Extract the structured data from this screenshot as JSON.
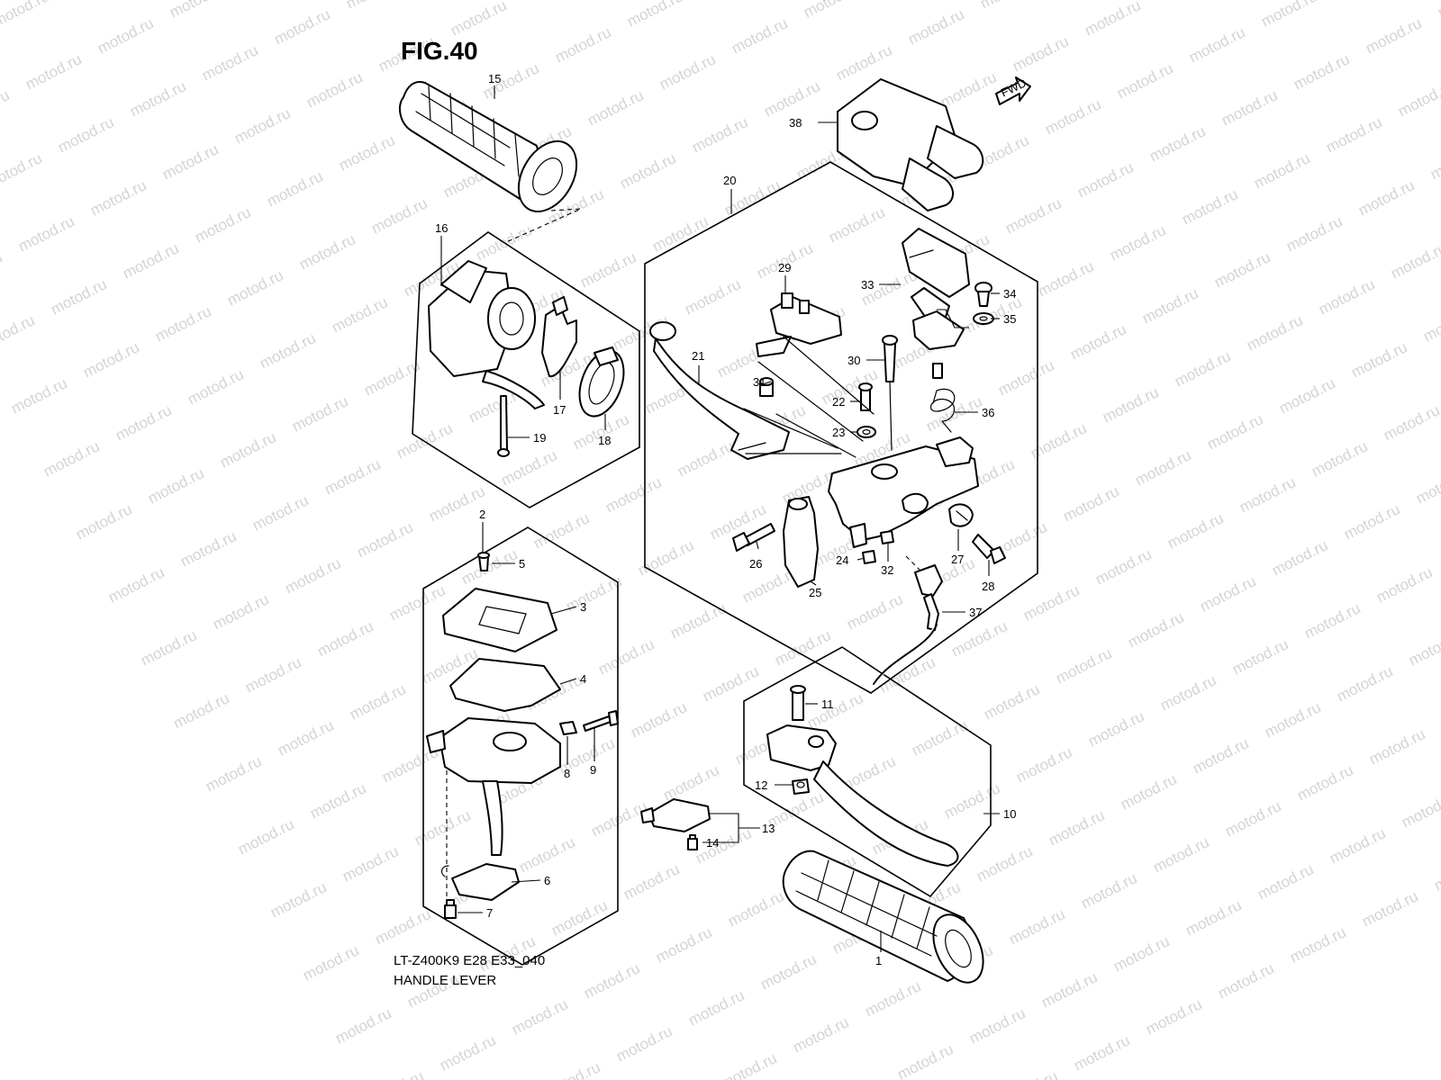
{
  "figure_title": "FIG.40",
  "model_code": "LT-Z400K9 E28 E33_040",
  "figure_name": "HANDLE LEVER",
  "watermark": "motod.ru",
  "fwd_marker": "FWD",
  "callouts": [
    "1",
    "2",
    "3",
    "4",
    "5",
    "6",
    "7",
    "8",
    "9",
    "10",
    "11",
    "12",
    "13",
    "14",
    "15",
    "16",
    "17",
    "18",
    "19",
    "20",
    "21",
    "22",
    "23",
    "24",
    "25",
    "26",
    "27",
    "28",
    "29",
    "30",
    "31",
    "32",
    "33",
    "34",
    "35",
    "36",
    "37",
    "38"
  ],
  "colors": {
    "line": "#000000",
    "watermark": "#d4d4d4",
    "background": "#ffffff"
  }
}
